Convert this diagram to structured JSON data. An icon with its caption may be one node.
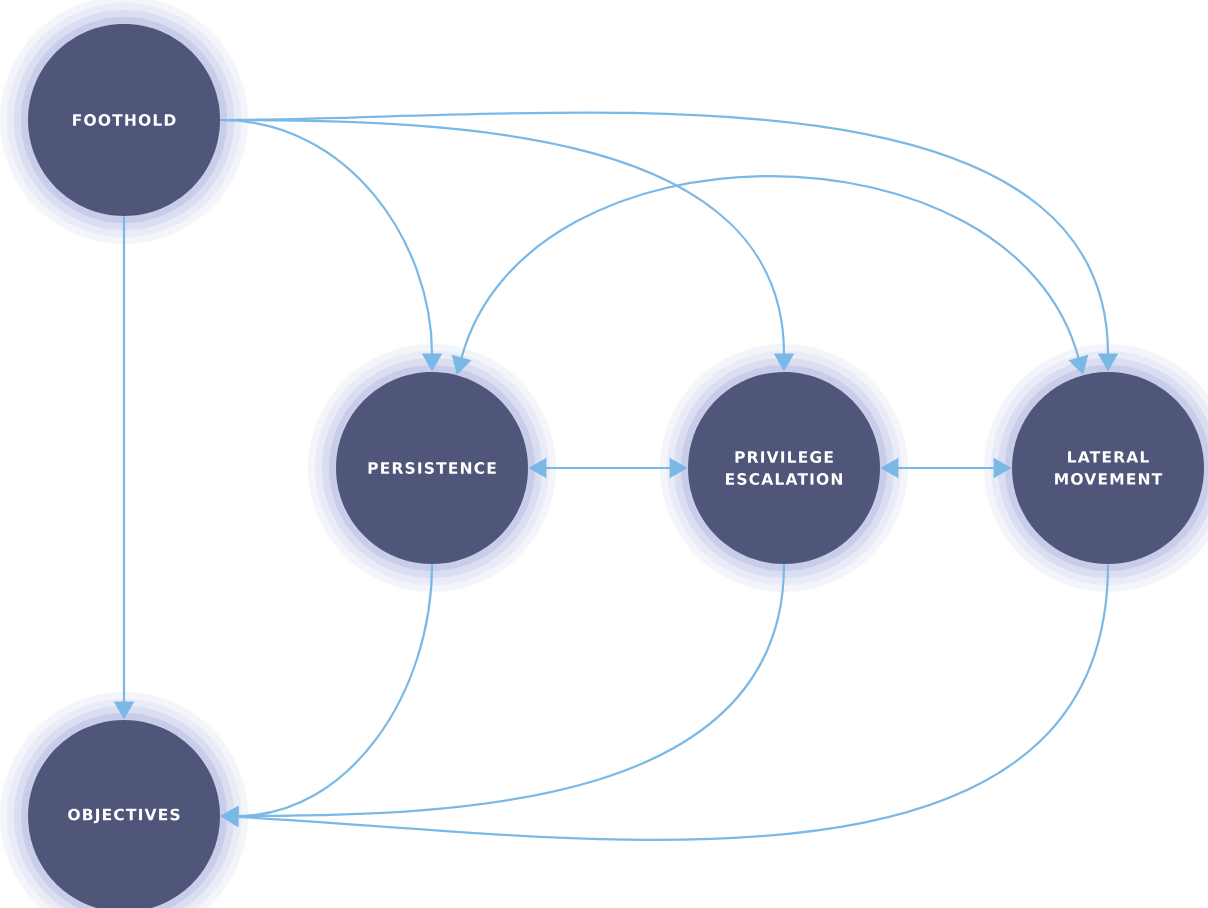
{
  "diagram": {
    "nodes": [
      {
        "text": [
          "FOOTHOLD"
        ]
      },
      {
        "text": [
          "PERSISTENCE"
        ]
      },
      {
        "text": [
          "PRIVILEGE ESCALATION"
        ]
      },
      {
        "text": [
          "LATERAL MOVEMENT"
        ]
      },
      {
        "text": [
          "OBJECTIVES"
        ]
      }
    ],
    "edges": [
      {
        "from": 0,
        "to": 1,
        "arrow": "to"
      },
      {
        "from": 0,
        "to": 2,
        "arrow": "to"
      },
      {
        "from": 0,
        "to": 3,
        "arrow": "to"
      },
      {
        "from": 3,
        "to": 1,
        "arrow": "both"
      },
      {
        "from": 1,
        "to": 2,
        "arrow": "both"
      },
      {
        "from": 2,
        "to": 3,
        "arrow": "both"
      },
      {
        "from": 0,
        "to": 4,
        "arrow": "to"
      },
      {
        "from": 1,
        "to": 4,
        "arrow": "to"
      },
      {
        "from": 2,
        "to": 4,
        "arrow": "to"
      },
      {
        "from": 3,
        "to": 4,
        "arrow": "to"
      }
    ]
  }
}
